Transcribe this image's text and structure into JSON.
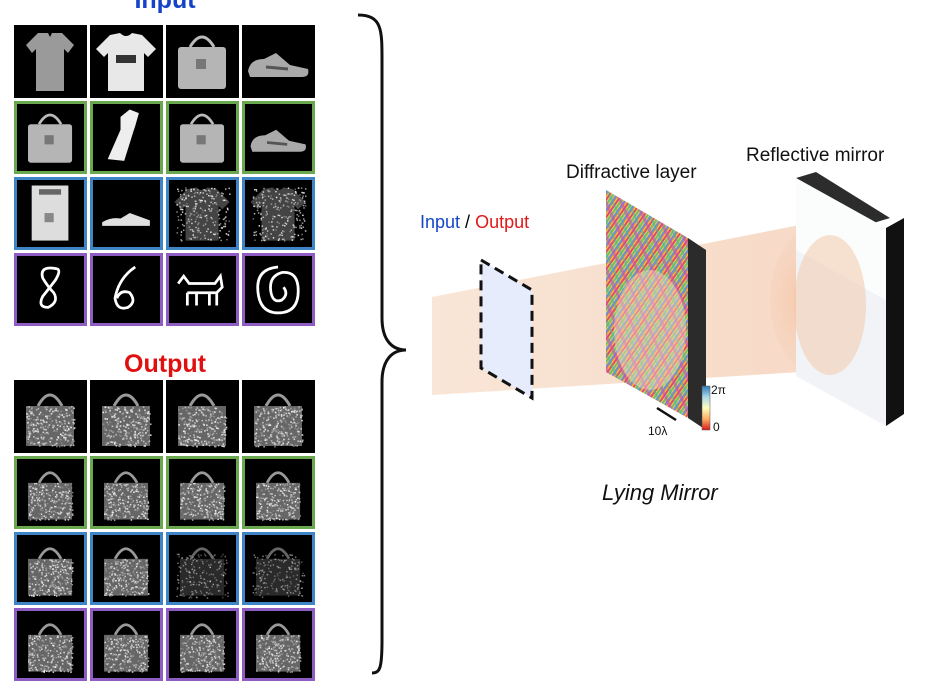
{
  "panel": {
    "input_title": "Input",
    "output_title": "Output"
  },
  "input_grid": {
    "rows": [
      {
        "border": "none",
        "images": [
          "shirt",
          "t-shirt",
          "bag",
          "sneaker"
        ]
      },
      {
        "border": "#6aa84f",
        "images": [
          "bag",
          "dress",
          "bag",
          "sneaker"
        ]
      },
      {
        "border": "#3d85c6",
        "images": [
          "coat",
          "sandal",
          "noisy-t-shirt",
          "noisy-t-shirt"
        ]
      },
      {
        "border": "#8e5cc2",
        "images": [
          "digit-8",
          "digit-6",
          "animal-sketch",
          "swirl-sketch"
        ]
      }
    ]
  },
  "output_grid": {
    "rows": [
      {
        "border": "none",
        "images": [
          "noisy-bag",
          "noisy-bag",
          "noisy-bag",
          "noisy-bag"
        ]
      },
      {
        "border": "#6aa84f",
        "images": [
          "noisy-bag",
          "noisy-bag",
          "noisy-bag",
          "noisy-bag"
        ]
      },
      {
        "border": "#3d85c6",
        "images": [
          "noisy-bag",
          "noisy-bag",
          "dark-noisy-bag",
          "dark-noisy-bag"
        ]
      },
      {
        "border": "#8e5cc2",
        "images": [
          "noisy-bag",
          "noisy-bag",
          "noisy-bag",
          "noisy-bag"
        ]
      }
    ]
  },
  "diagram": {
    "io_label_input": "Input",
    "io_label_sep": " / ",
    "io_label_output": "Output",
    "diffractive_layer_label": "Diffractive layer",
    "mirror_label": "Reflective mirror",
    "caption": "Lying Mirror",
    "scale_bar_label": "10λ",
    "colorbar_max": "2π",
    "colorbar_min": "0",
    "colors": {
      "input_blue": "#1446c8",
      "output_red": "#e01818",
      "beam": "#f6d9c6"
    }
  }
}
